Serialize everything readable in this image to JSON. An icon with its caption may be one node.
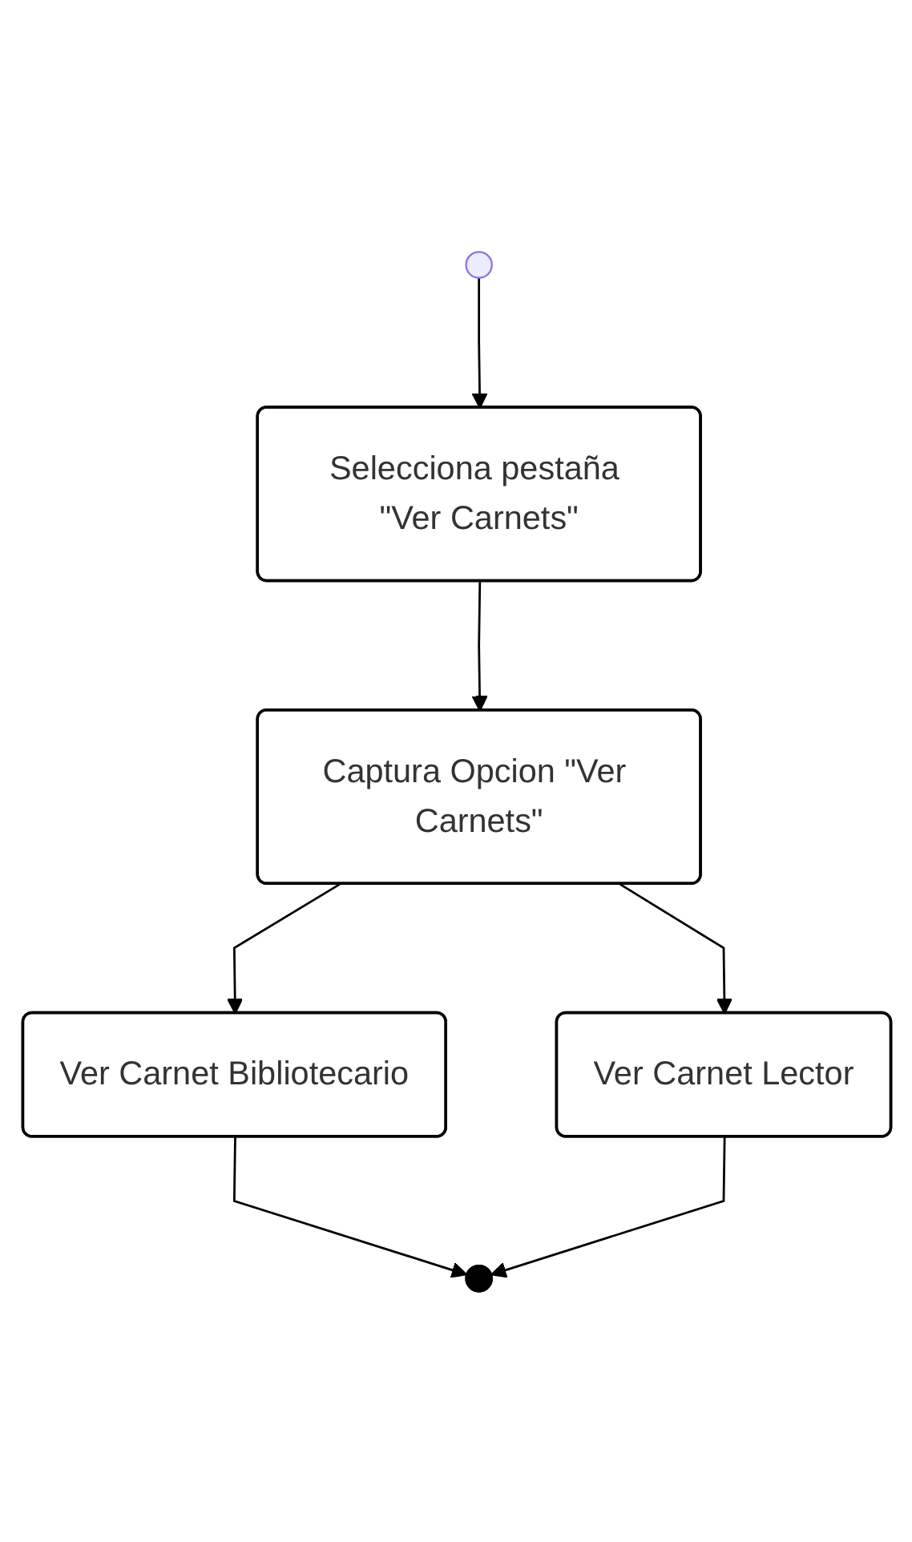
{
  "diagram": {
    "nodes": [
      {
        "text": [],
        "shape": "circle"
      },
      {
        "text": [
          "Selecciona pestaña \"Ver Carnets\""
        ]
      },
      {
        "text": [
          "Captura Opcion \"Ver Carnets\""
        ]
      },
      {
        "text": [
          "Ver Carnet Bibliotecario"
        ]
      },
      {
        "text": [
          "Ver Carnet Lector"
        ]
      },
      {
        "text": [],
        "shape": "circle"
      }
    ],
    "edges": [
      {
        "from": 0,
        "to": 1,
        "arrow": "to"
      },
      {
        "from": 1,
        "to": 2,
        "arrow": "to"
      },
      {
        "from": 2,
        "to": 3,
        "arrow": "to"
      },
      {
        "from": 2,
        "to": 4,
        "arrow": "to"
      },
      {
        "from": 3,
        "to": 5,
        "arrow": "to"
      },
      {
        "from": 4,
        "to": 5,
        "arrow": "to"
      }
    ]
  }
}
